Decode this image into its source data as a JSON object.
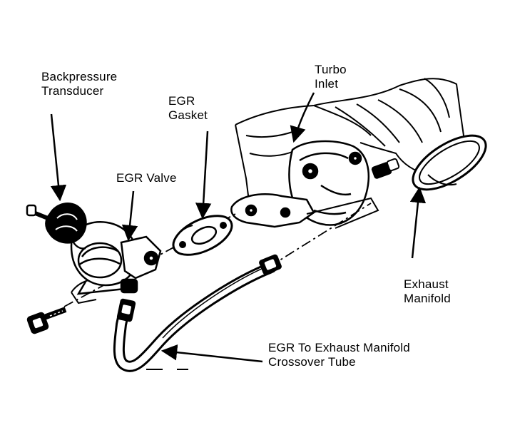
{
  "labels": {
    "backpressure_transducer": [
      "Backpressure",
      "Transducer"
    ],
    "egr_gasket": [
      "EGR",
      "Gasket"
    ],
    "egr_valve": [
      "EGR Valve"
    ],
    "turbo_inlet": [
      "Turbo",
      "Inlet"
    ],
    "exhaust_manifold": [
      "Exhaust",
      "Manifold"
    ],
    "crossover_tube": [
      "EGR To Exhaust Manifold",
      "Crossover Tube"
    ]
  },
  "colors": {
    "ink": "#000000",
    "paper": "#ffffff"
  }
}
